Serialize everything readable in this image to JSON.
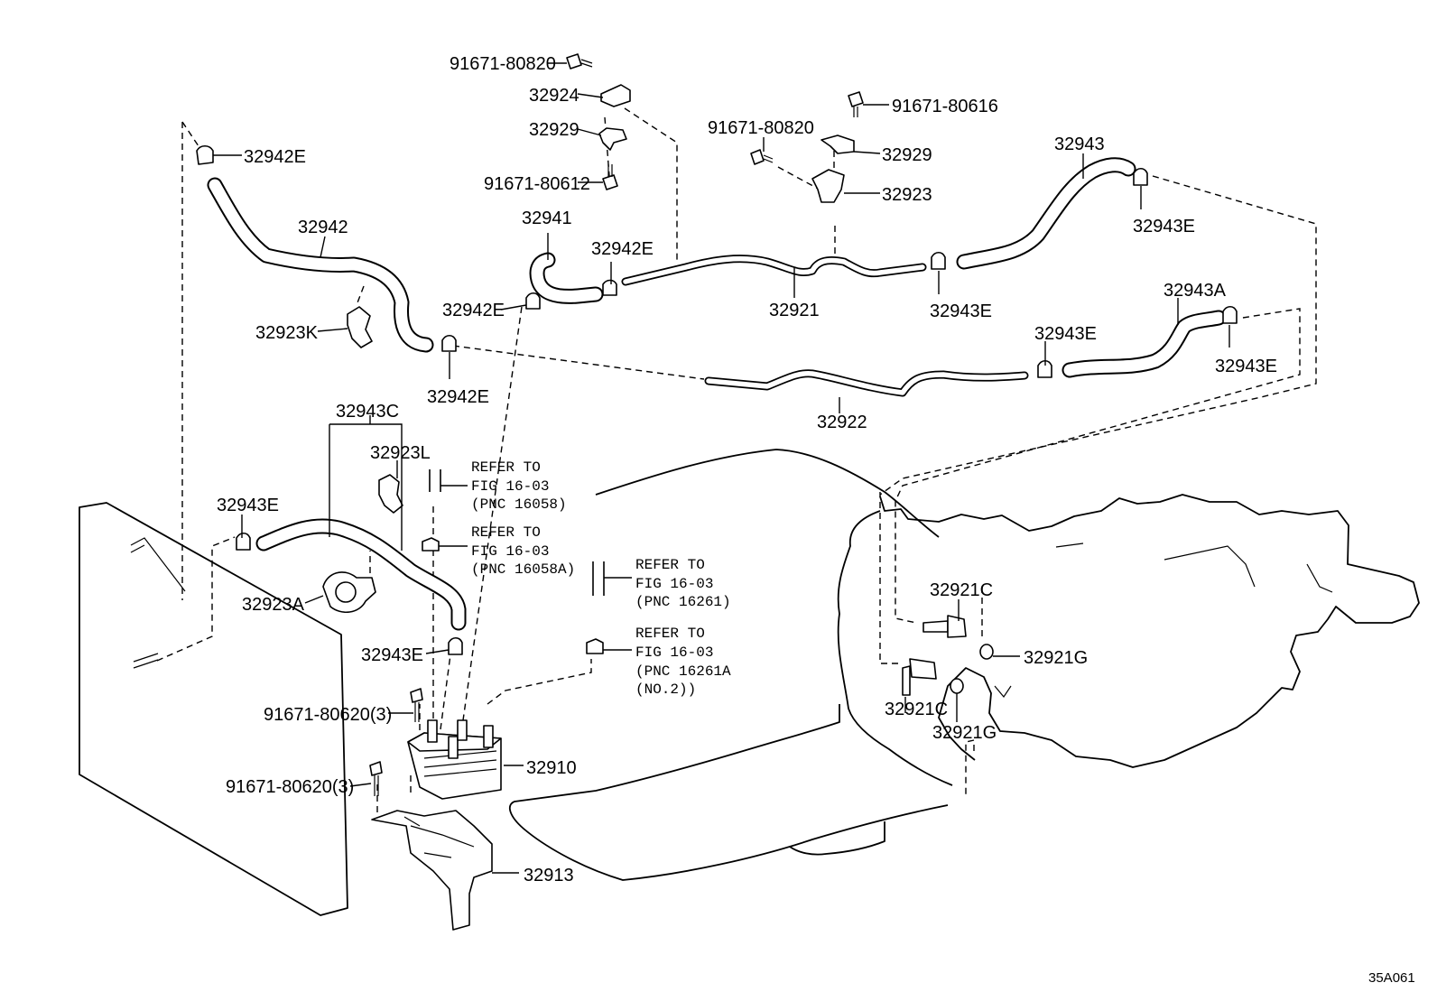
{
  "diagram": {
    "figure_code": "35A061",
    "labels": {
      "p91671_80820_top": "91671-80820",
      "p32924": "32924",
      "p32929_left": "32929",
      "p91671_80612": "91671-80612",
      "p32942E_topleft": "32942E",
      "p32942": "32942",
      "p32923K": "32923K",
      "p32941": "32941",
      "p32942E_mid": "32942E",
      "p32942E_left": "32942E",
      "p32942E_low": "32942E",
      "p91671_80820_mid": "91671-80820",
      "p91671_80616": "91671-80616",
      "p32929_right": "32929",
      "p32923": "32923",
      "p32921": "32921",
      "p32943E_mid": "32943E",
      "p32943": "32943",
      "p32943E_topright": "32943E",
      "p32943A": "32943A",
      "p32943E_right": "32943E",
      "p32943E_rightmid": "32943E",
      "p32922": "32922",
      "p32943C": "32943C",
      "p32923L": "32923L",
      "p32943E_left": "32943E",
      "p32923A": "32923A",
      "p32943E_lower": "32943E",
      "p91671_80620_a": "91671-80620(3)",
      "p91671_80620_b": "91671-80620(3)",
      "p32910": "32910",
      "p32913": "32913",
      "p32921C_top": "32921C",
      "p32921G_top": "32921G",
      "p32921C_bottom": "32921C",
      "p32921G_bottom": "32921G"
    },
    "references": [
      {
        "line1": "REFER TO",
        "line2": "FIG 16-03",
        "line3": "(PNC 16058)"
      },
      {
        "line1": "REFER TO",
        "line2": "FIG 16-03",
        "line3": "(PNC 16058A)"
      },
      {
        "line1": "REFER TO",
        "line2": "FIG 16-03",
        "line3": "(PNC 16261)"
      },
      {
        "line1": "REFER TO",
        "line2": "FIG 16-03",
        "line3": "(PNC 16261A",
        "line4": "(NO.2))"
      }
    ]
  }
}
